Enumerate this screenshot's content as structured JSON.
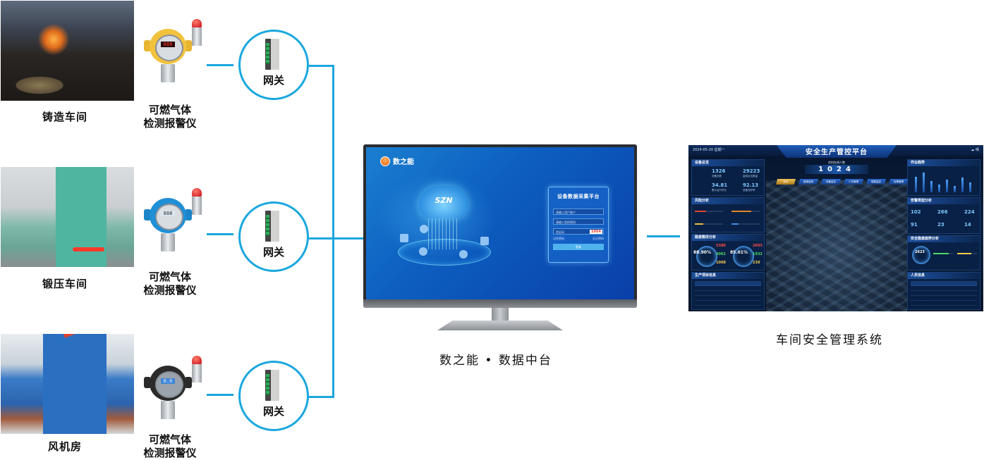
{
  "colors": {
    "connector": "#1aa7de",
    "monitor_screen": "#0d5fc0",
    "dashboard_bg": "#06152e"
  },
  "workshops": [
    {
      "name": "铸造车间",
      "detector_label_line1": "可燃气体",
      "detector_label_line2": "检测报警仪",
      "gateway_label": "网关",
      "detector_color": "#f2c23c"
    },
    {
      "name": "锻压车间",
      "detector_label_line1": "可燃气体",
      "detector_label_line2": "检测报警仪",
      "gateway_label": "网关",
      "detector_color": "#1f8fd6"
    },
    {
      "name": "风机房",
      "detector_label_line1": "可燃气体",
      "detector_label_line2": "检测报警仪",
      "gateway_label": "网关",
      "detector_color": "#2b2b2b"
    }
  ],
  "platform": {
    "caption": "数之能 • 数据中台",
    "screen": {
      "brand": "数之能",
      "cloud_logo": "SZN",
      "login_title": "设备数据采集平台",
      "username_placeholder": "请输入用户账户",
      "password_placeholder": "请输入您的密码",
      "captcha_placeholder": "验证码",
      "captcha_code": "1054",
      "remember_label": "记住密码",
      "forgot_label": "忘记密码",
      "login_button": "登录"
    }
  },
  "dashboard": {
    "caption": "车间安全管理系统",
    "title": "安全生产管控平台",
    "date": "2024-05-20 星期一",
    "weather": "晴",
    "counter_label": "实时在线人数",
    "counter_value": "1024",
    "nav": [
      "总览",
      "能源监测",
      "设备监控",
      "人员管理",
      "视频监控",
      "告警管理"
    ],
    "panels": {
      "device_overview": {
        "title": "设备总览",
        "stats": [
          {
            "value": "1326",
            "label": "设备总数"
          },
          {
            "value": "29223",
            "label": "监测点位数量"
          },
          {
            "value": "34.81",
            "label": "累计运行时长"
          },
          {
            "value": "92.13",
            "label": "设备完好率"
          }
        ]
      },
      "risk_analysis": {
        "title": "风险分析"
      },
      "production_analysis": {
        "title": "隐患整改分析",
        "gauges": [
          {
            "value": "88.90%",
            "values": [
              "5380",
              "4062",
              "1008"
            ]
          },
          {
            "value": "85.01%",
            "values": [
              "2603",
              "1932",
              "230"
            ]
          }
        ]
      },
      "production_info": {
        "title": "生产项目信息"
      },
      "work_trend": {
        "title": "作业趋势",
        "bars": [
          58,
          74,
          42,
          30,
          48,
          25,
          55,
          38
        ]
      },
      "alarm_analysis": {
        "title": "告警类型分析",
        "stats": [
          "102",
          "266",
          "224",
          "91",
          "23",
          "14"
        ]
      },
      "safety_analysis": {
        "title": "安全隐患趋势分析",
        "center_value": "2623"
      },
      "personnel_info": {
        "title": "人员信息"
      }
    }
  }
}
